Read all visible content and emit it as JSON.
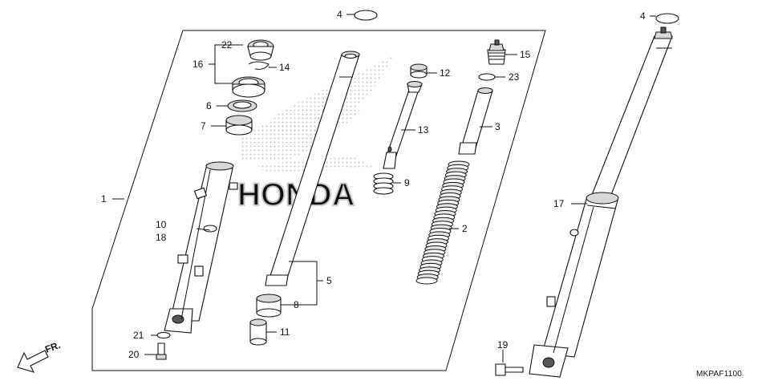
{
  "diagram": {
    "code": "MKPAF1100",
    "direction_label": "FR.",
    "callouts": {
      "c1": "1",
      "c2": "2",
      "c3": "3",
      "c4a": "4",
      "c4b": "4",
      "c5": "5",
      "c6": "6",
      "c7": "7",
      "c8": "8",
      "c9": "9",
      "c10": "10",
      "c11": "11",
      "c12": "12",
      "c13": "13",
      "c14": "14",
      "c15": "15",
      "c16": "16",
      "c17": "17",
      "c18": "18",
      "c19": "19",
      "c20": "20",
      "c21": "21",
      "c22": "22",
      "c23": "23"
    },
    "watermark": "HONDA"
  }
}
